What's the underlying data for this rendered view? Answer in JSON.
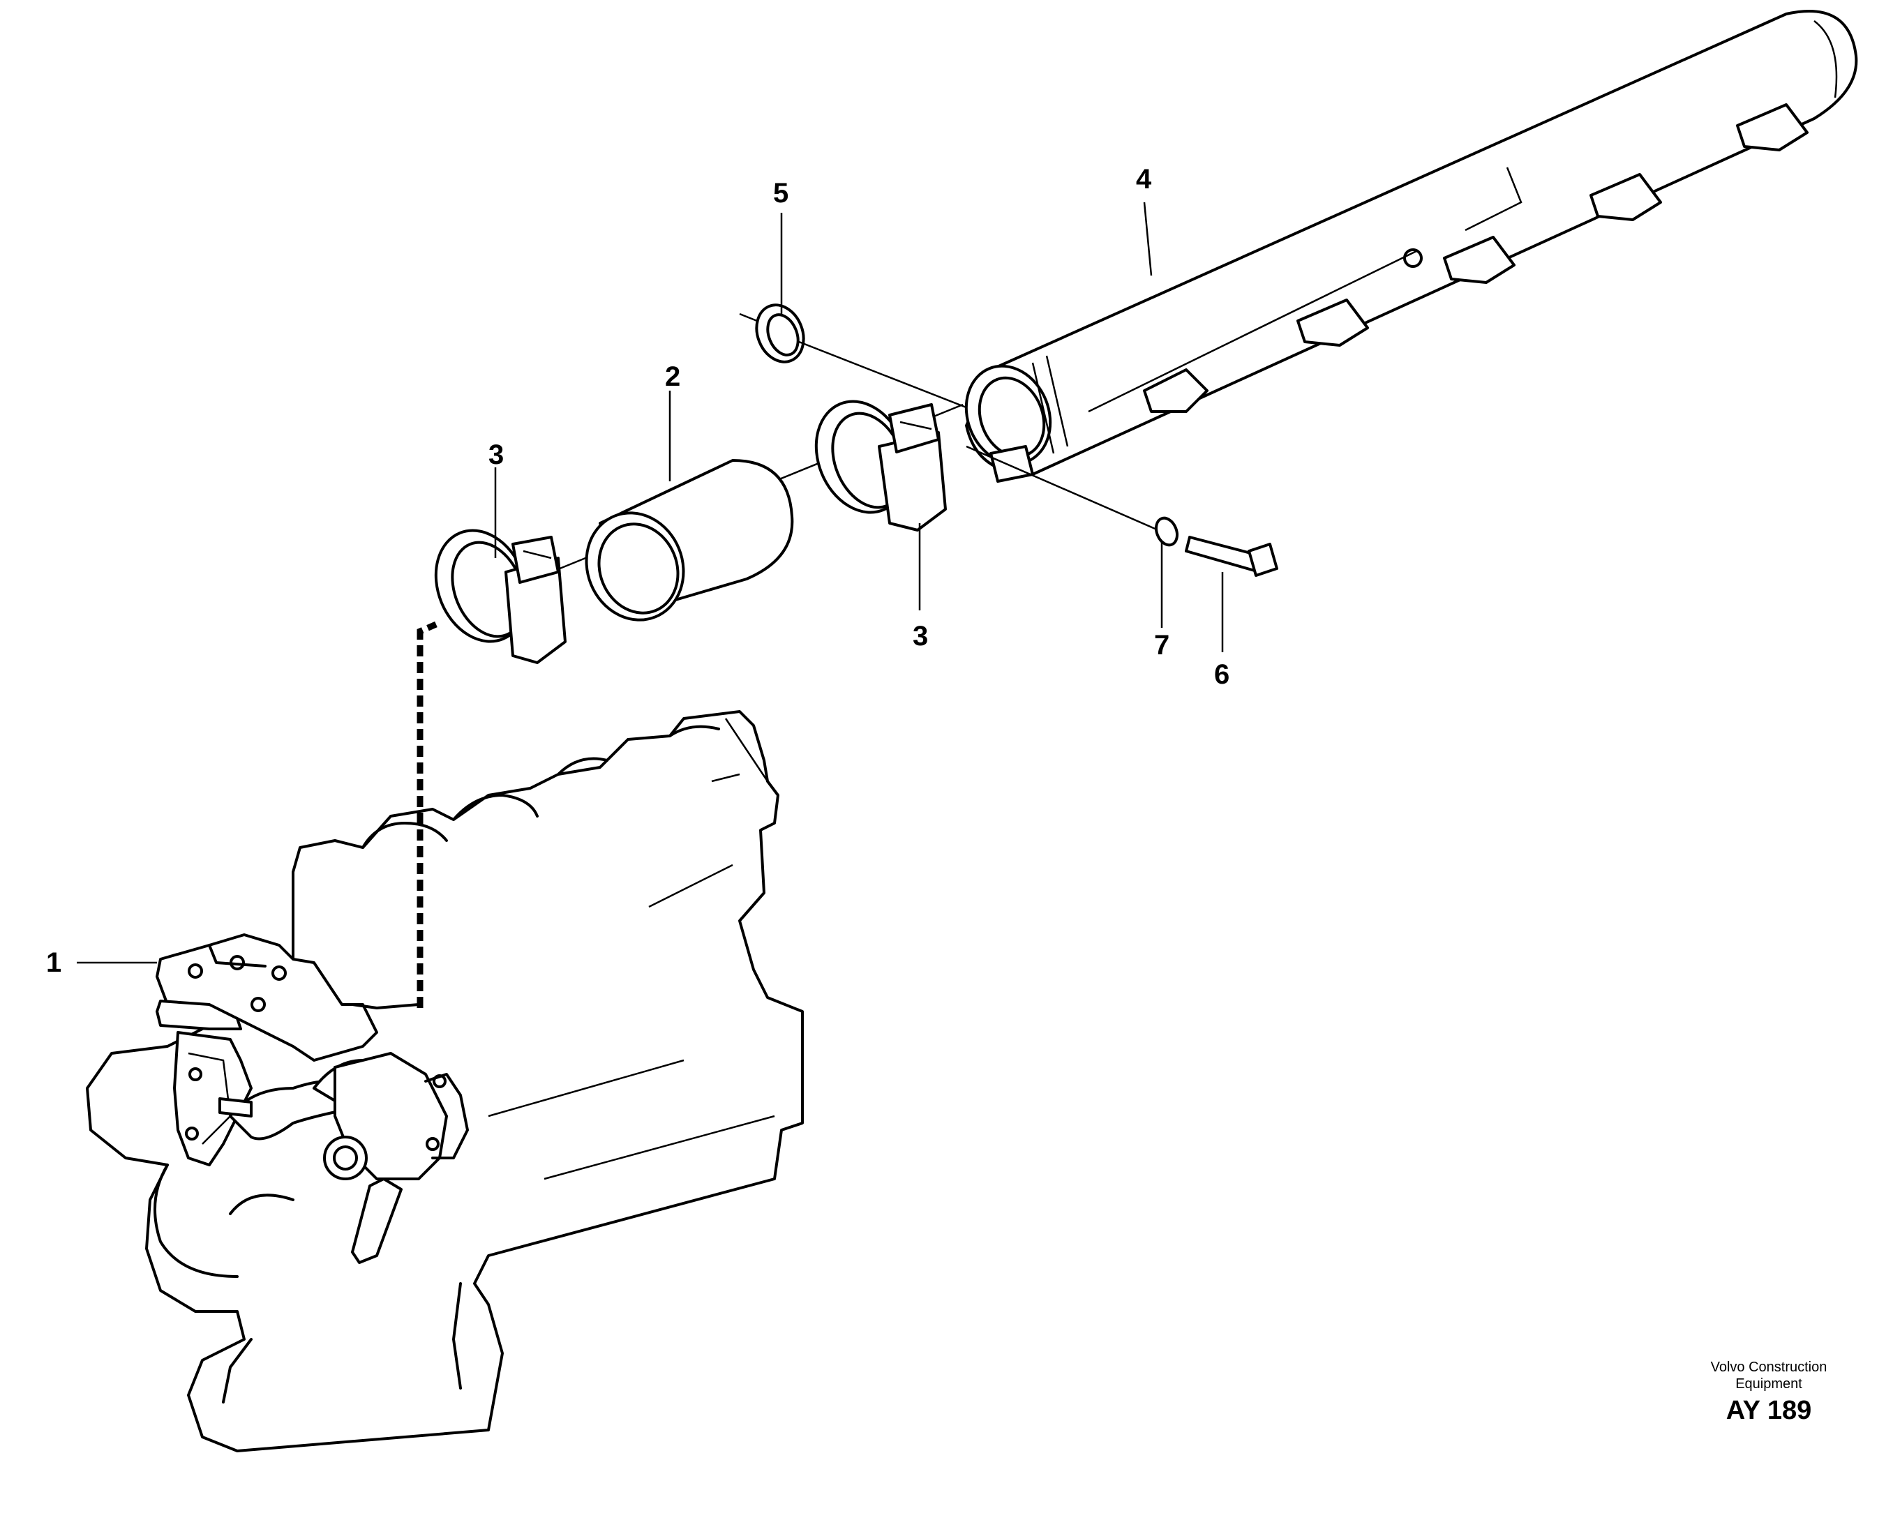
{
  "callouts": [
    "1",
    "2",
    "3",
    "3",
    "4",
    "5",
    "6",
    "7"
  ],
  "brand": {
    "line1": "Volvo Construction",
    "line2": "Equipment",
    "code": "AY 189"
  }
}
